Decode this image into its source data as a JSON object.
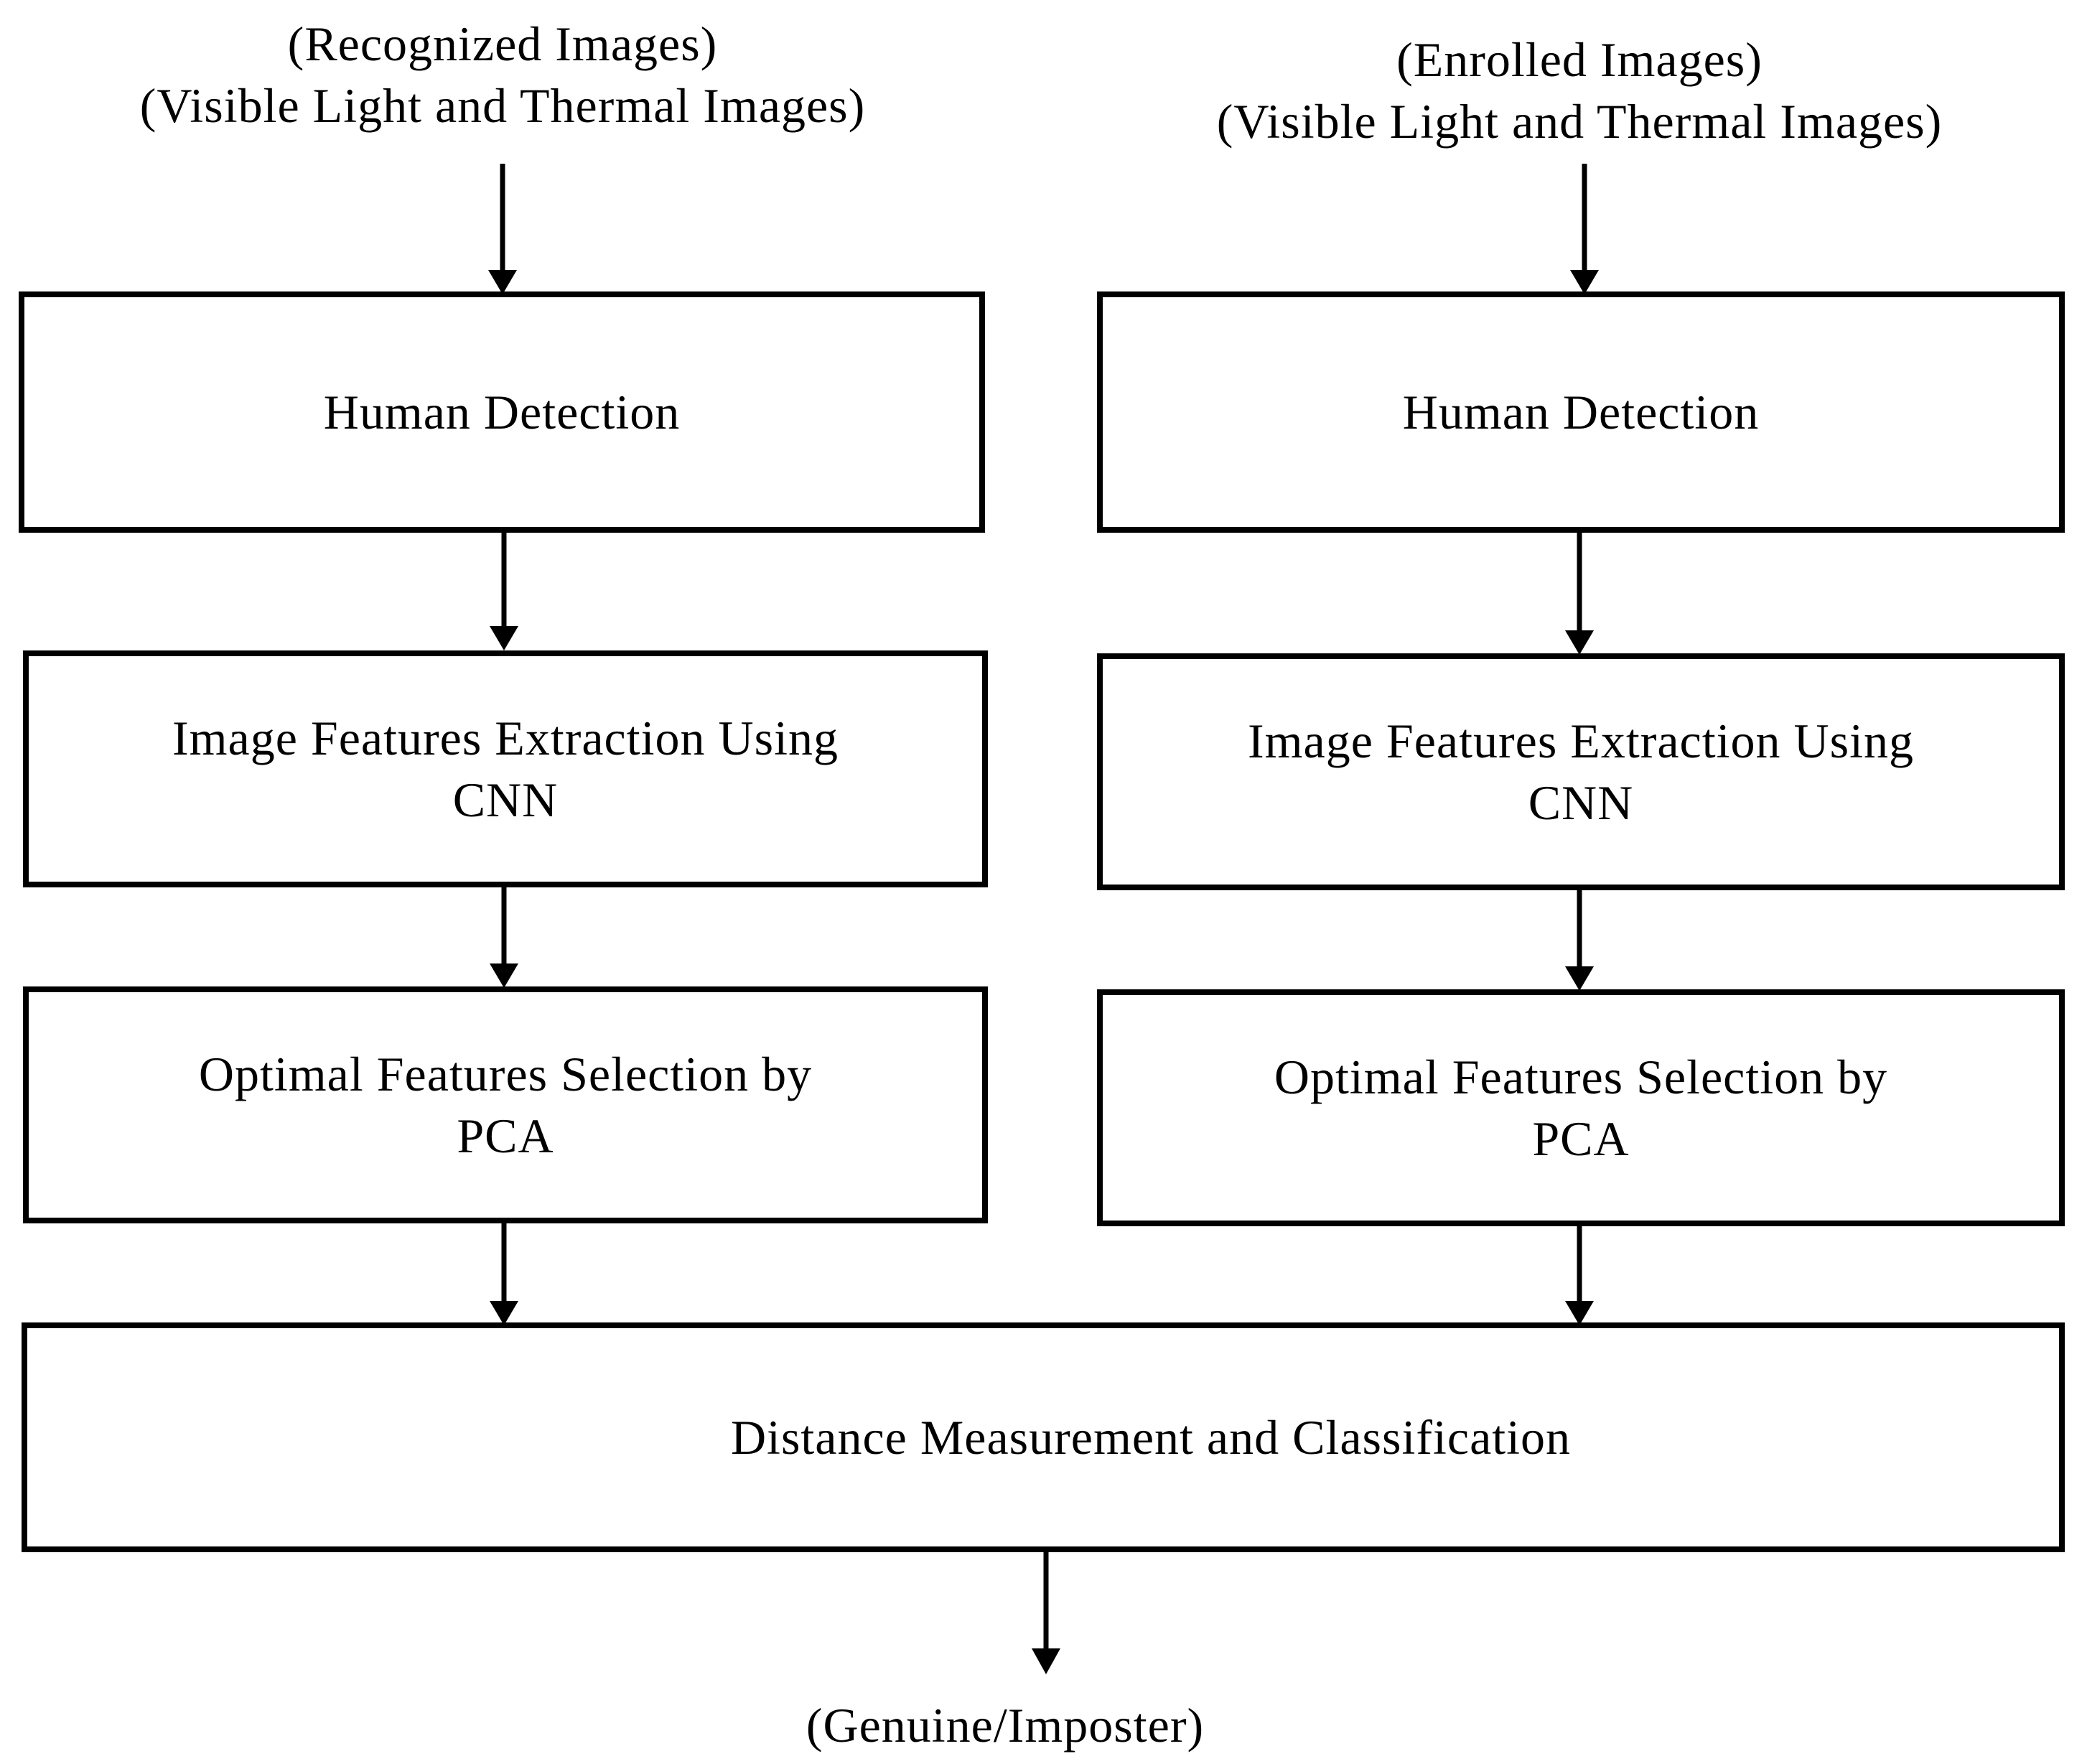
{
  "left_input": {
    "line1": "(Recognized Images)",
    "line2": "(Visible Light and Thermal Images)"
  },
  "right_input": {
    "line1": "(Enrolled Images)",
    "line2": "(Visible Light and Thermal Images)"
  },
  "left_pipeline": {
    "detection": "Human Detection",
    "extraction_line1": "Image Features Extraction Using",
    "extraction_line2": "CNN",
    "selection_line1": "Optimal Features Selection by",
    "selection_line2": "PCA"
  },
  "right_pipeline": {
    "detection": "Human Detection",
    "extraction_line1": "Image Features Extraction Using",
    "extraction_line2": "CNN",
    "selection_line1": "Optimal Features Selection by",
    "selection_line2": "PCA"
  },
  "classification": "Distance Measurement and Classification",
  "output": "(Genuine/Imposter)"
}
